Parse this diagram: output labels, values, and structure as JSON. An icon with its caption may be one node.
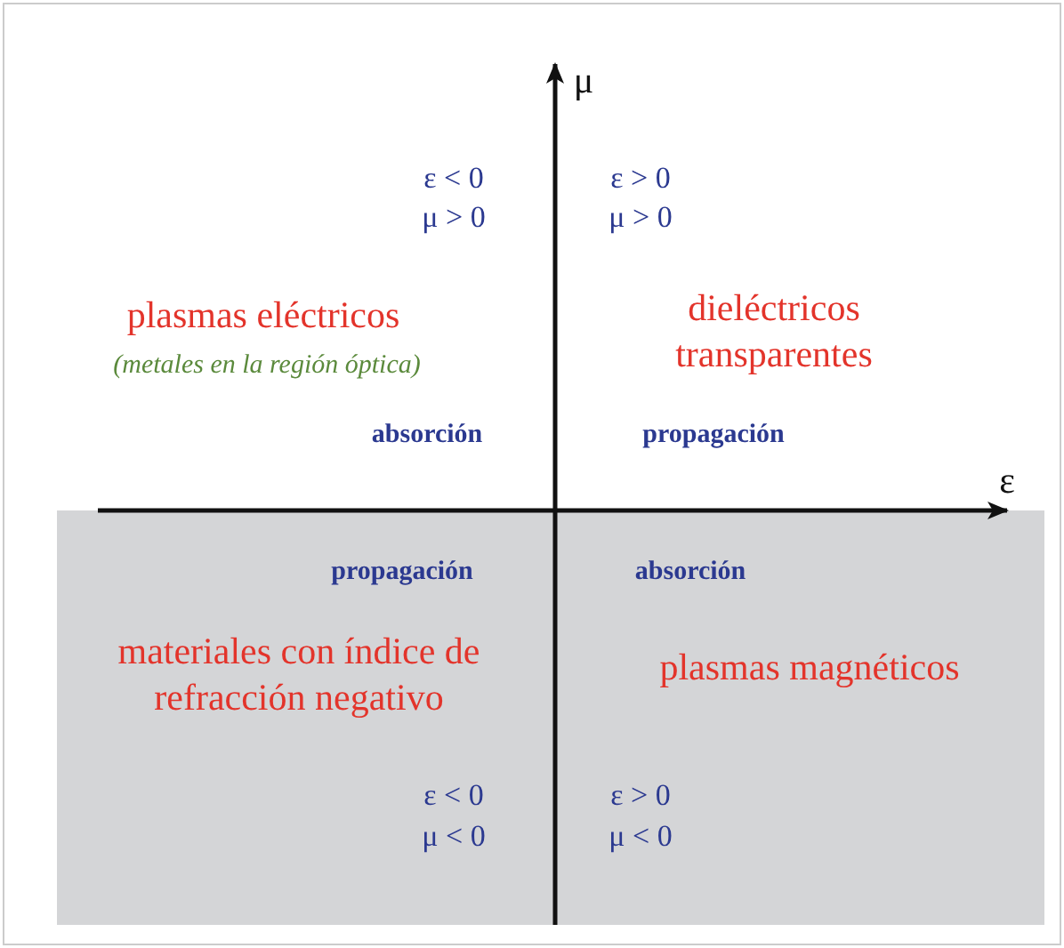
{
  "diagram": {
    "labels": [
      "μ",
      "ε < 0",
      "μ > 0",
      "ε > 0",
      "μ > 0",
      "plasmas eléctricos",
      "(metales en la región óptica)",
      "dieléctricos transparentes",
      "absorción",
      "propagación",
      "ε",
      "propagación",
      "absorción",
      "materiales con índice de refracción negativo",
      "plasmas magnéticos",
      "ε < 0",
      "μ < 0",
      "ε > 0",
      "μ < 0"
    ]
  }
}
